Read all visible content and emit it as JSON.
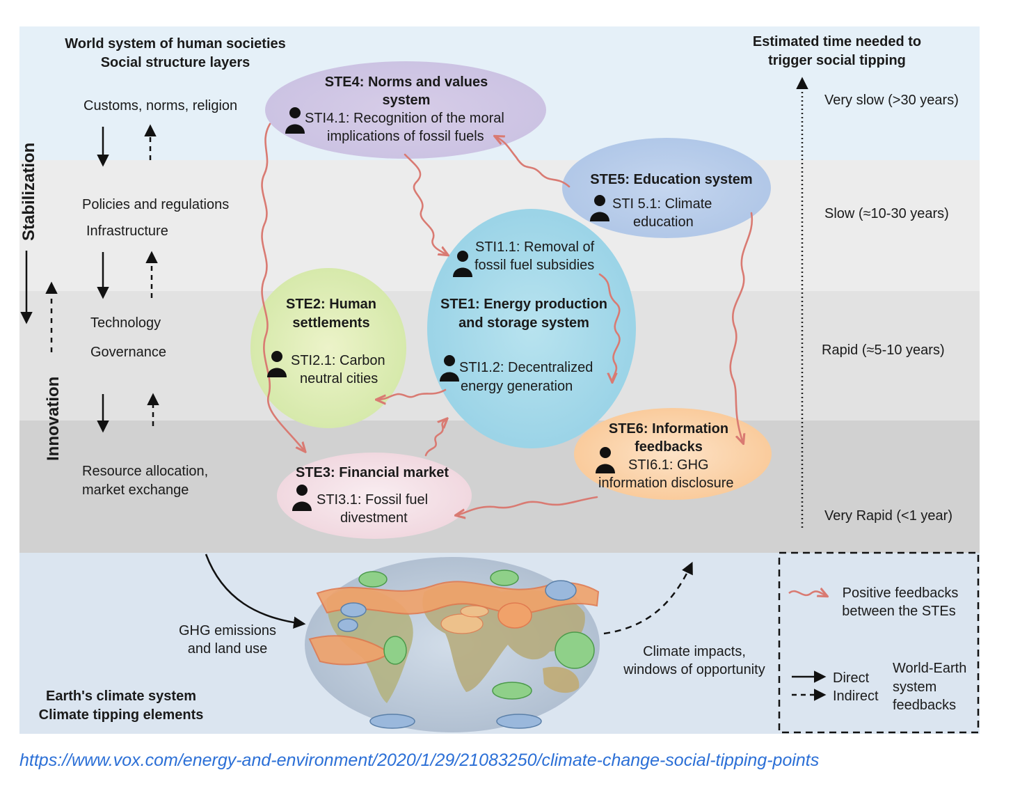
{
  "header": {
    "world_system_line1": "World system of human societies",
    "world_system_line2": "Social structure layers",
    "time_line1": "Estimated time needed to",
    "time_line2": "trigger social tipping"
  },
  "layers": {
    "customs": "Customs, norms, religion",
    "policies": "Policies and regulations",
    "infrastructure": "Infrastructure",
    "technology": "Technology",
    "governance": "Governance",
    "resource_line1": "Resource allocation,",
    "resource_line2": "market exchange"
  },
  "side_labels": {
    "stabilization": "Stabilization",
    "innovation": "Innovation"
  },
  "timescales": {
    "very_slow": "Very slow (>30 years)",
    "slow": "Slow (≈10-30 years)",
    "rapid": "Rapid (≈5-10 years)",
    "very_rapid": "Very Rapid (<1 year)"
  },
  "nodes": {
    "ste4": {
      "title1": "STE4: Norms and values",
      "title2": "system",
      "sti1": "STI4.1: Recognition of the moral",
      "sti2": "implications of fossil fuels",
      "color": "#d3c9e6"
    },
    "ste5": {
      "title": "STE5: Education system",
      "sti1": "STI 5.1: Climate",
      "sti2": "education",
      "color": "#b9cde9"
    },
    "ste1": {
      "sti11_1": "STI1.1: Removal of",
      "sti11_2": "fossil fuel subsidies",
      "title1": "STE1: Energy production",
      "title2": "and storage system",
      "sti12_1": "STI1.2: Decentralized",
      "sti12_2": "energy generation",
      "color": "#a9dbea"
    },
    "ste2": {
      "title1": "STE2: Human",
      "title2": "settlements",
      "sti1": "STI2.1: Carbon",
      "sti2": "neutral cities",
      "color": "#dcebb6"
    },
    "ste3": {
      "title": "STE3: Financial market",
      "sti1": "STI3.1: Fossil fuel",
      "sti2": "divestment",
      "color": "#f4e1e6"
    },
    "ste6": {
      "title1": "STE6: Information",
      "title2": "feedbacks",
      "sti1": "STI6.1: GHG",
      "sti2": "information disclosure",
      "color": "#fbd5b0"
    }
  },
  "earth": {
    "ghg_line1": "GHG emissions",
    "ghg_line2": "and land use",
    "impacts_line1": "Climate impacts,",
    "impacts_line2": "windows of opportunity",
    "climate_line1": "Earth's climate system",
    "climate_line2": "Climate tipping elements"
  },
  "legend": {
    "positive_line1": "Positive feedbacks",
    "positive_line2": "between the STEs",
    "direct": "Direct",
    "indirect": "Indirect",
    "we_line1": "World-Earth",
    "we_line2": "system",
    "we_line3": "feedbacks"
  },
  "source_url": "https://www.vox.com/energy-and-environment/2020/1/29/21083250/climate-change-social-tipping-points",
  "colors": {
    "band_very_slow": "#e5f0f8",
    "band_slow": "#ececec",
    "band_rapid": "#e2e2e2",
    "band_very_rapid": "#d1d1d1",
    "earth_band": "#dbe5f0",
    "feedback_arrow": "#d97a72",
    "link": "#2b6fd6"
  }
}
